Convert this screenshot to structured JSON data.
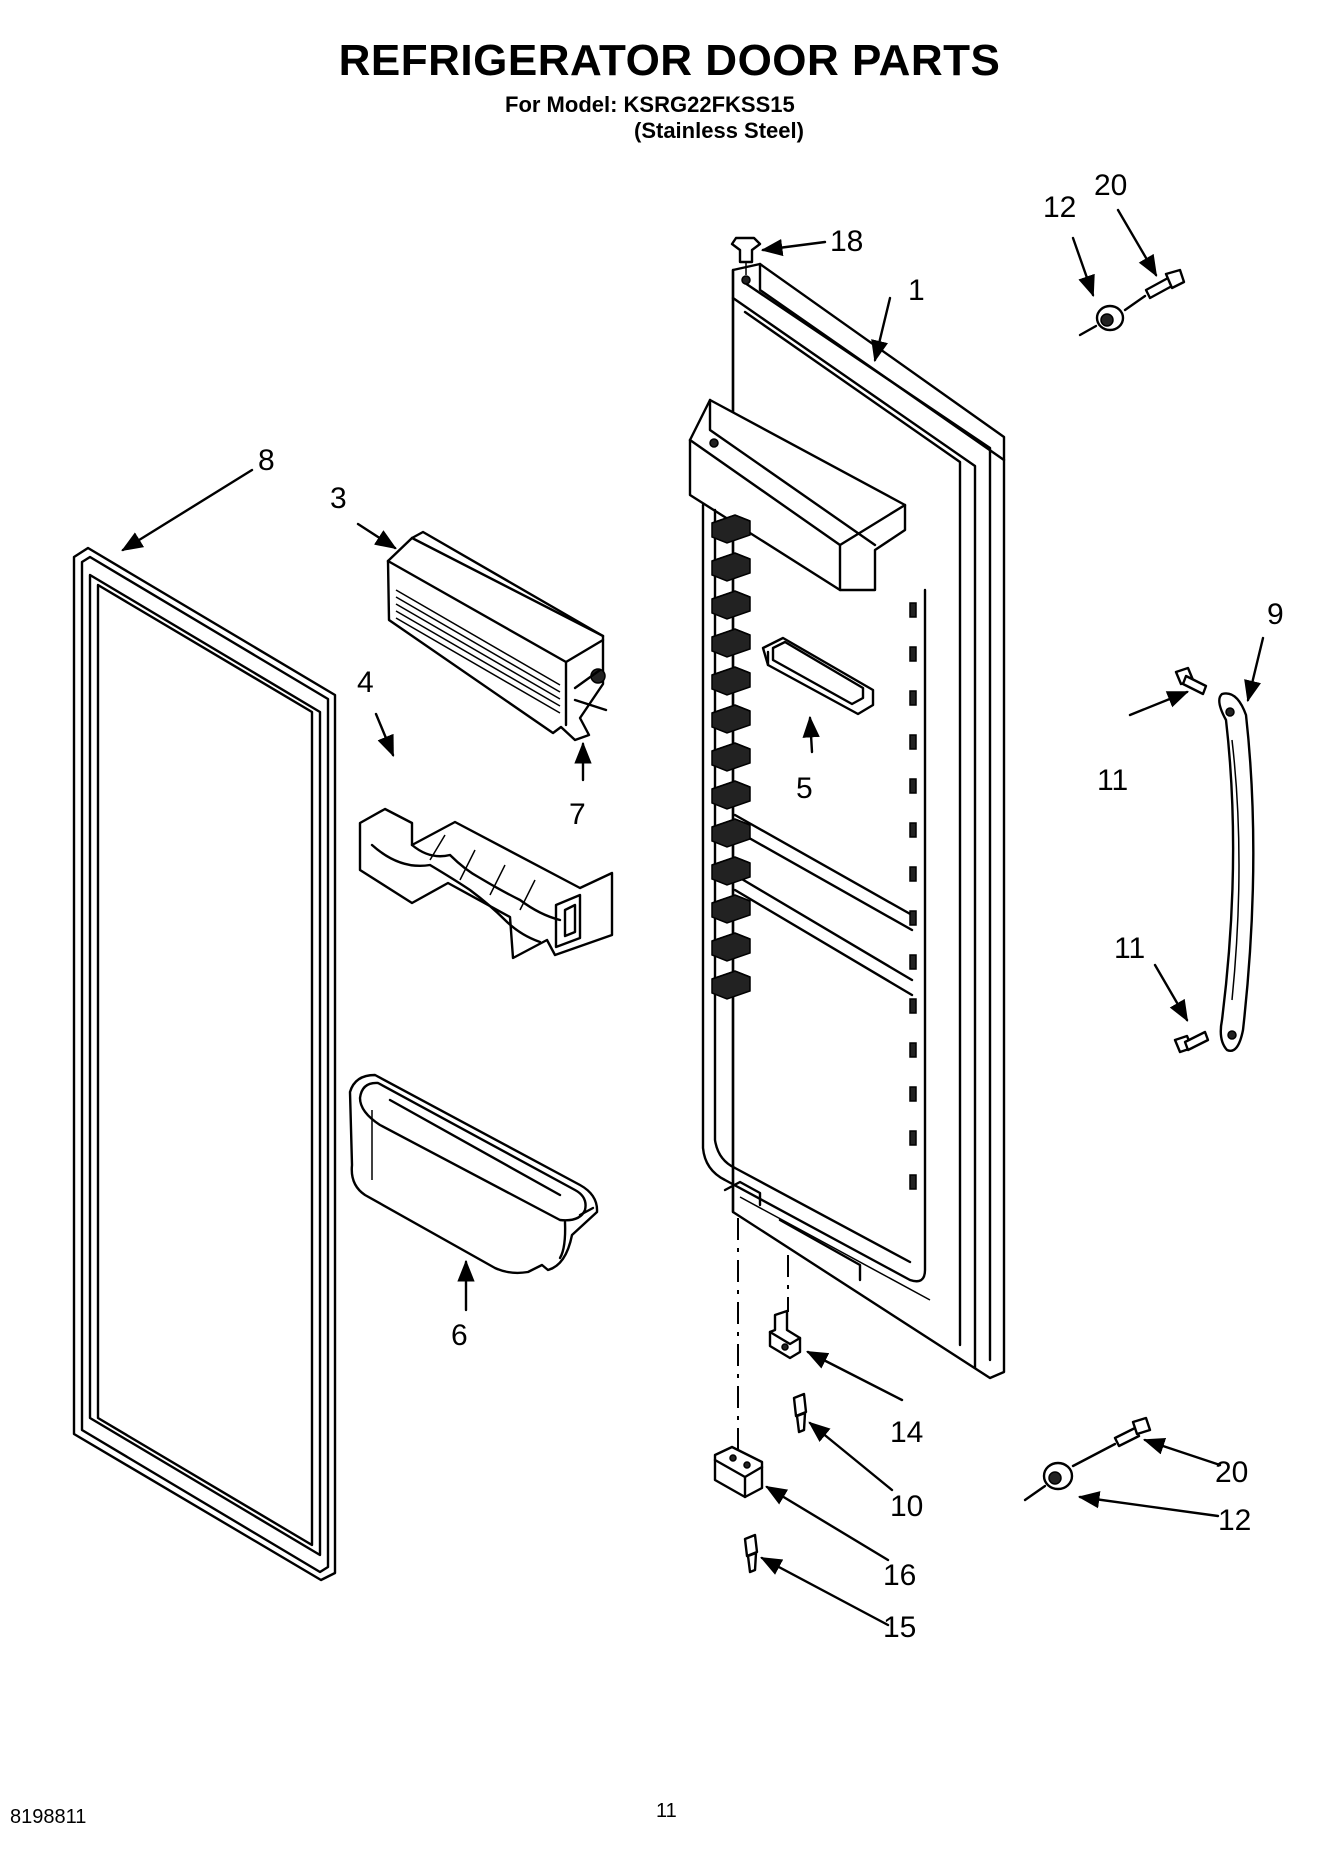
{
  "header": {
    "title": "REFRIGERATOR DOOR PARTS",
    "model_line": "For Model: KSRG22FKSS15",
    "finish_line": "(Stainless Steel)"
  },
  "footer": {
    "doc_number": "8198811",
    "page_number": "11"
  },
  "callouts": {
    "c1": "1",
    "c3": "3",
    "c4": "4",
    "c5": "5",
    "c6": "6",
    "c7": "7",
    "c8": "8",
    "c9": "9",
    "c10": "10",
    "c11a": "11",
    "c11b": "11",
    "c12a": "12",
    "c12b": "12",
    "c14": "14",
    "c15": "15",
    "c16": "16",
    "c18": "18",
    "c20a": "20",
    "c20b": "20"
  }
}
